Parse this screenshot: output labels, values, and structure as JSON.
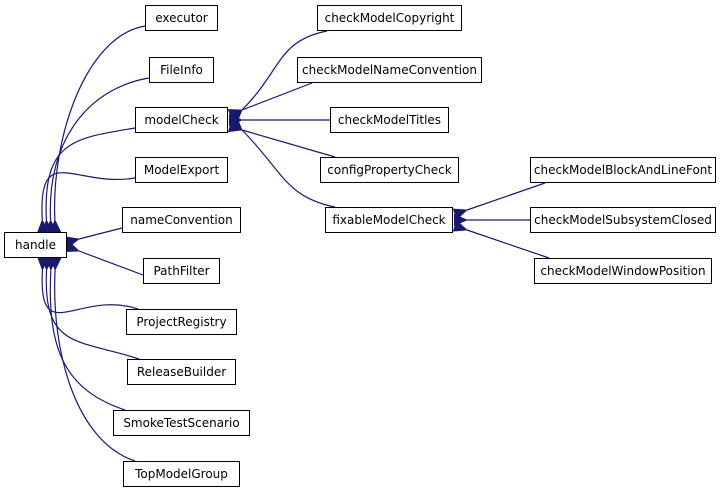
{
  "diagram": {
    "type": "inheritance-graph",
    "edge_color": "#191970",
    "nodes": {
      "handle": "handle",
      "executor": "executor",
      "FileInfo": "FileInfo",
      "modelCheck": "modelCheck",
      "ModelExport": "ModelExport",
      "nameConvention": "nameConvention",
      "PathFilter": "PathFilter",
      "ProjectRegistry": "ProjectRegistry",
      "ReleaseBuilder": "ReleaseBuilder",
      "SmokeTestScenario": "SmokeTestScenario",
      "TopModelGroup": "TopModelGroup",
      "checkModelCopyright": "checkModelCopyright",
      "checkModelNameConvention": "checkModelNameConvention",
      "checkModelTitles": "checkModelTitles",
      "configPropertyCheck": "configPropertyCheck",
      "fixableModelCheck": "fixableModelCheck",
      "checkModelBlockAndLineFont": "checkModelBlockAndLineFont",
      "checkModelSubsystemClosed": "checkModelSubsystemClosed",
      "checkModelWindowPosition": "checkModelWindowPosition"
    },
    "edges": [
      {
        "from": "executor",
        "to": "handle"
      },
      {
        "from": "FileInfo",
        "to": "handle"
      },
      {
        "from": "modelCheck",
        "to": "handle"
      },
      {
        "from": "ModelExport",
        "to": "handle"
      },
      {
        "from": "nameConvention",
        "to": "handle"
      },
      {
        "from": "PathFilter",
        "to": "handle"
      },
      {
        "from": "ProjectRegistry",
        "to": "handle"
      },
      {
        "from": "ReleaseBuilder",
        "to": "handle"
      },
      {
        "from": "SmokeTestScenario",
        "to": "handle"
      },
      {
        "from": "TopModelGroup",
        "to": "handle"
      },
      {
        "from": "checkModelCopyright",
        "to": "modelCheck"
      },
      {
        "from": "checkModelNameConvention",
        "to": "modelCheck"
      },
      {
        "from": "checkModelTitles",
        "to": "modelCheck"
      },
      {
        "from": "configPropertyCheck",
        "to": "modelCheck"
      },
      {
        "from": "fixableModelCheck",
        "to": "modelCheck"
      },
      {
        "from": "checkModelBlockAndLineFont",
        "to": "fixableModelCheck"
      },
      {
        "from": "checkModelSubsystemClosed",
        "to": "fixableModelCheck"
      },
      {
        "from": "checkModelWindowPosition",
        "to": "fixableModelCheck"
      }
    ]
  }
}
